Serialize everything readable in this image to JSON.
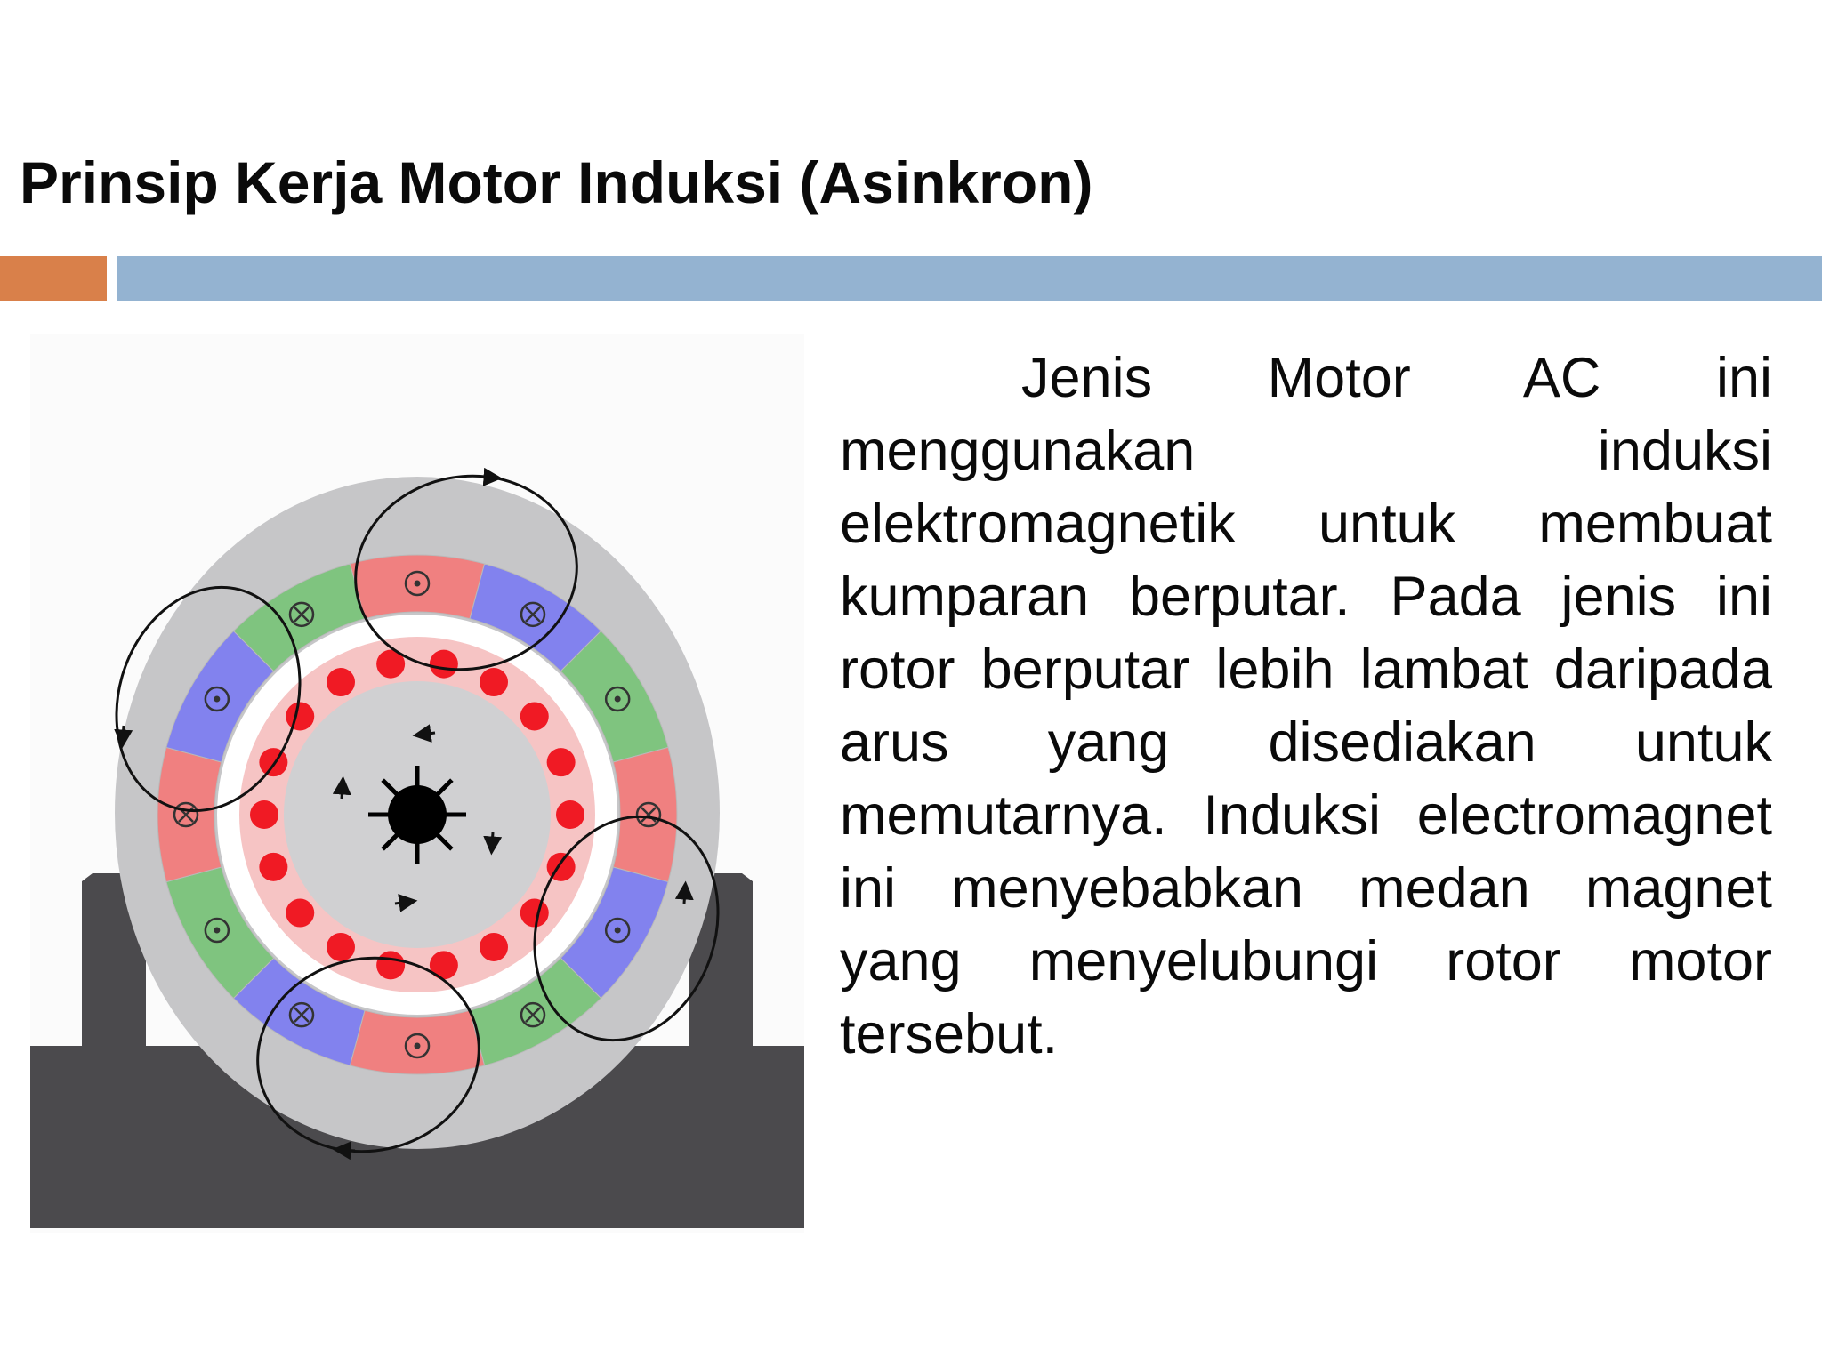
{
  "slide": {
    "title": "Prinsip Kerja Motor Induksi (Asinkron)",
    "body": "Jenis Motor AC ini menggunakan induksi elektromagnetik untuk membuat kumparan berputar. Pada jenis ini rotor berputar lebih lambat daripada arus yang disediakan untuk memutarnya. Induksi electromagnet ini menyebabkan medan magnet yang menyelubungi rotor motor tersebut."
  },
  "colors": {
    "accent_orange": "#d9804a",
    "accent_blue": "#94b3d1",
    "motor_base": "#4b4a4d",
    "stator_housing": "#c6c6c8",
    "coil_red": "#f08080",
    "coil_green": "#7fc47f",
    "coil_blue": "#8282ee",
    "rotor_bars": "#f01a24"
  },
  "diagram": {
    "icons": [
      "motor-base",
      "stator",
      "coil-segments",
      "rotor",
      "shaft",
      "flux-loops"
    ]
  }
}
